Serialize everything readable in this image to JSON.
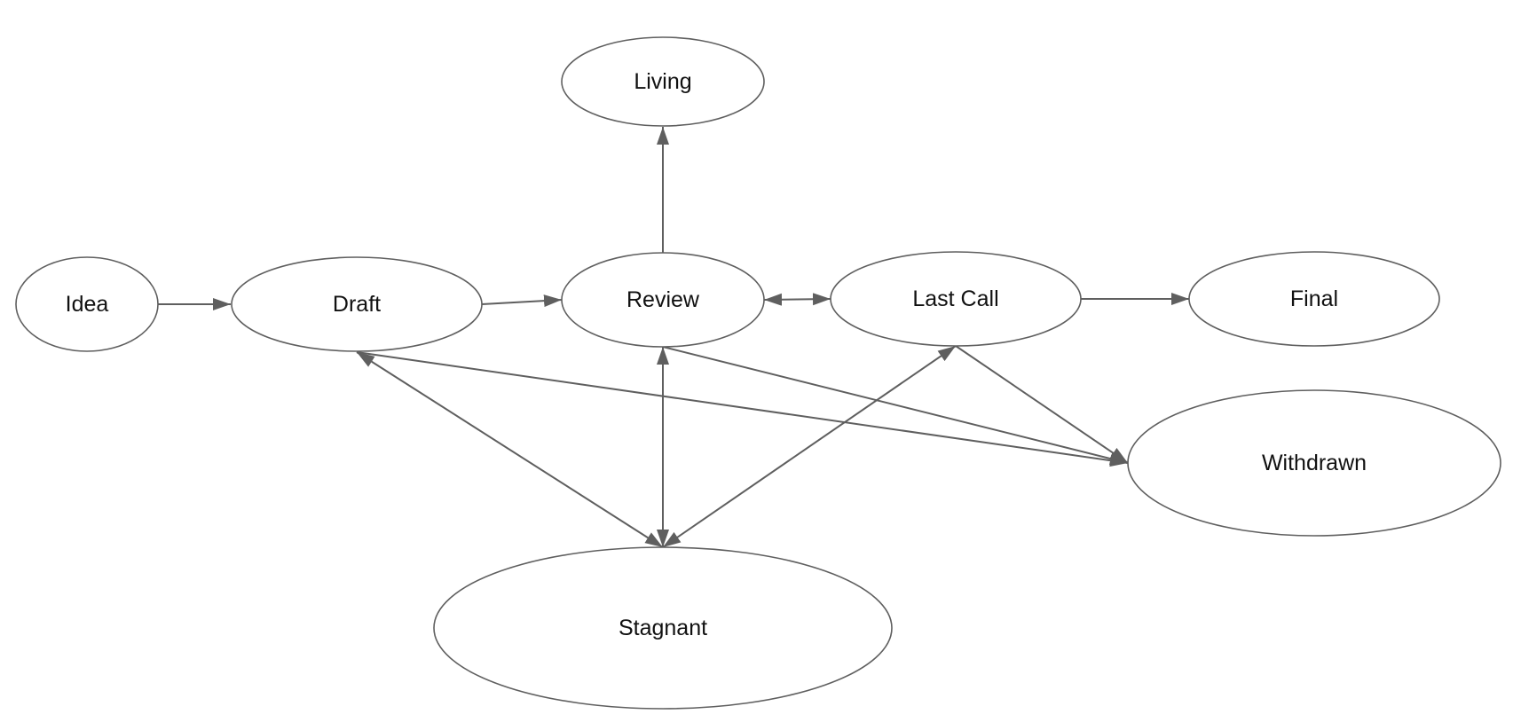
{
  "colors": {
    "stroke": "#5f5f5f",
    "text": "#111111",
    "background": "#ffffff"
  },
  "nodes": [
    {
      "id": "idea",
      "label": "Idea"
    },
    {
      "id": "draft",
      "label": "Draft"
    },
    {
      "id": "review",
      "label": "Review"
    },
    {
      "id": "living",
      "label": "Living"
    },
    {
      "id": "last_call",
      "label": "Last Call"
    },
    {
      "id": "final",
      "label": "Final"
    },
    {
      "id": "withdrawn",
      "label": "Withdrawn"
    },
    {
      "id": "stagnant",
      "label": "Stagnant"
    }
  ],
  "edges": [
    {
      "from": "idea",
      "to": "draft",
      "direction": "forward"
    },
    {
      "from": "draft",
      "to": "review",
      "direction": "forward"
    },
    {
      "from": "review",
      "to": "living",
      "direction": "forward"
    },
    {
      "from": "review",
      "to": "last_call",
      "direction": "both"
    },
    {
      "from": "last_call",
      "to": "final",
      "direction": "forward"
    },
    {
      "from": "draft",
      "to": "withdrawn",
      "direction": "forward"
    },
    {
      "from": "review",
      "to": "withdrawn",
      "direction": "forward"
    },
    {
      "from": "last_call",
      "to": "withdrawn",
      "direction": "forward"
    },
    {
      "from": "draft",
      "to": "stagnant",
      "direction": "both"
    },
    {
      "from": "review",
      "to": "stagnant",
      "direction": "both"
    },
    {
      "from": "last_call",
      "to": "stagnant",
      "direction": "both"
    }
  ]
}
